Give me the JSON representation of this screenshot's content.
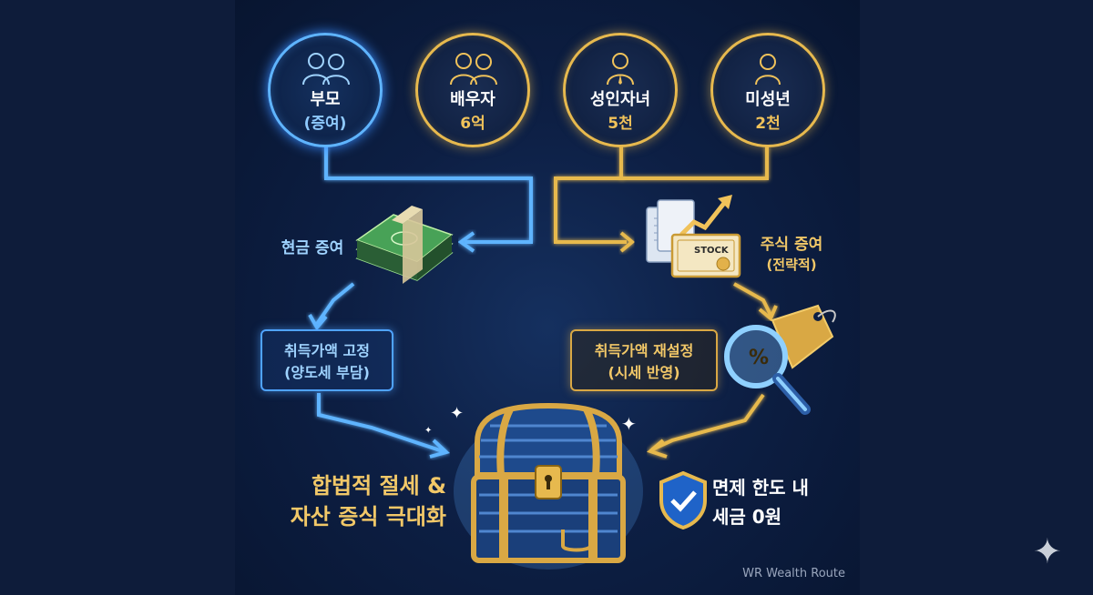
{
  "nodes": {
    "parents": {
      "title": "부모",
      "sub": "(증여)"
    },
    "spouse": {
      "title": "배우자",
      "sub": "6억"
    },
    "adult_child": {
      "title": "성인자녀",
      "sub": "5천"
    },
    "minor": {
      "title": "미성년",
      "sub": "2천"
    }
  },
  "cash_gift": {
    "label": "현금 증여"
  },
  "stock_gift": {
    "label": "주식 증여",
    "sub": "(전략적)",
    "certificate_text": "STOCK"
  },
  "left_box": {
    "line1": "취득가액 고정",
    "line2": "(양도세 부담)"
  },
  "right_box": {
    "line1": "취득가액 재설정",
    "line2": "(시세 반영)"
  },
  "outcome_left": {
    "line1": "합법적 절세 &",
    "line2": "자산 증식 극대화"
  },
  "outcome_right": {
    "line1": "면제 한도 내",
    "line2": "세금 0원"
  },
  "watermark": "WR Wealth Route",
  "colors": {
    "blue": "#5fb4ff",
    "gold": "#e7b94e",
    "background": "#0b1630"
  }
}
